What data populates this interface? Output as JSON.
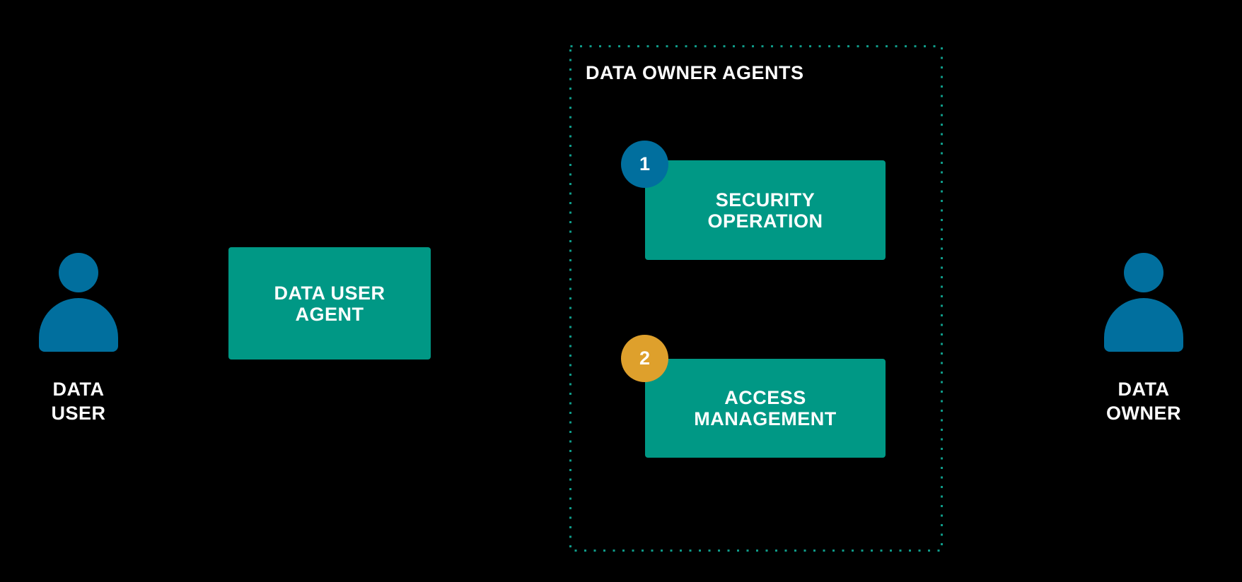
{
  "colors": {
    "background": "#000000",
    "agent_box": "#009885",
    "person_icon": "#016f9e",
    "badge_1": "#016f9e",
    "badge_2": "#dea02c",
    "group_border": "#0f9a88",
    "text": "#ffffff"
  },
  "actors": {
    "data_user": {
      "label": "DATA\nUSER",
      "icon": "person-icon"
    },
    "data_owner": {
      "label": "DATA\nOWNER",
      "icon": "person-icon"
    }
  },
  "data_user_agent": {
    "label": "DATA USER\nAGENT"
  },
  "data_owner_agents": {
    "title": "DATA OWNER AGENTS",
    "agents": [
      {
        "number": "1",
        "label": "SECURITY\nOPERATION"
      },
      {
        "number": "2",
        "label": "ACCESS\nMANAGEMENT"
      }
    ]
  }
}
